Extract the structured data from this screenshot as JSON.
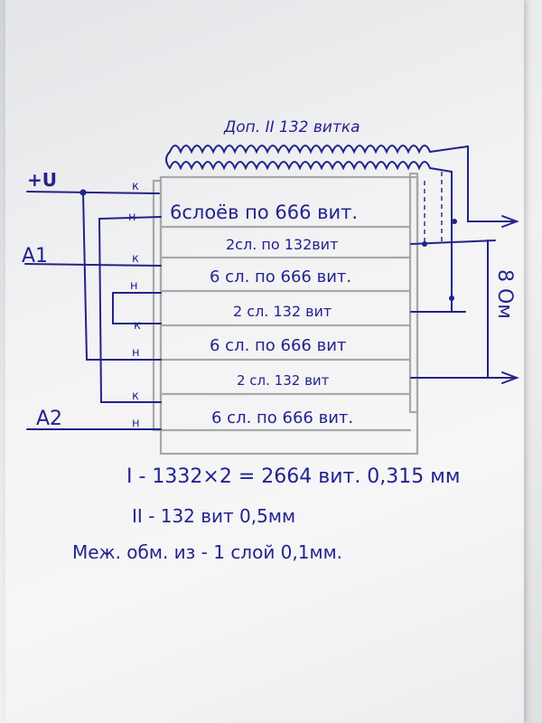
{
  "extra_winding": {
    "label": "Доп. ІІ 132 витка"
  },
  "supply": {
    "label": "+U"
  },
  "anode_labels": {
    "a1": "A1",
    "a2": "A2"
  },
  "layers": [
    {
      "text": "6слоёв по 666 вит.",
      "left_mark": "к"
    },
    {
      "text": "2сл. по 132вит",
      "left_mark": "н"
    },
    {
      "text": "6 сл. по 666 вит.",
      "left_mark": "к"
    },
    {
      "text": "2 сл. 132 вит",
      "left_mark": "н"
    },
    {
      "text": "6 сл. по 666 вит",
      "left_mark": "к"
    },
    {
      "text": "2 сл. 132 вит",
      "left_mark": "н"
    },
    {
      "text": "6 сл. по 666 вит.",
      "left_mark": "к"
    }
  ],
  "extra_marks": {
    "m8": "н"
  },
  "output": {
    "label": "8 Ом"
  },
  "notes": {
    "line1": "I - 1332×2 = 2664 вит. 0,315 мм",
    "line2": "ІІ - 132 вит 0,5мм",
    "line3": "Меж. обм. из - 1 слой 0,1мм."
  },
  "colors": {
    "ink": "#23238f",
    "pencil": "#a7a8ab",
    "paper": "#f3f3f4"
  }
}
